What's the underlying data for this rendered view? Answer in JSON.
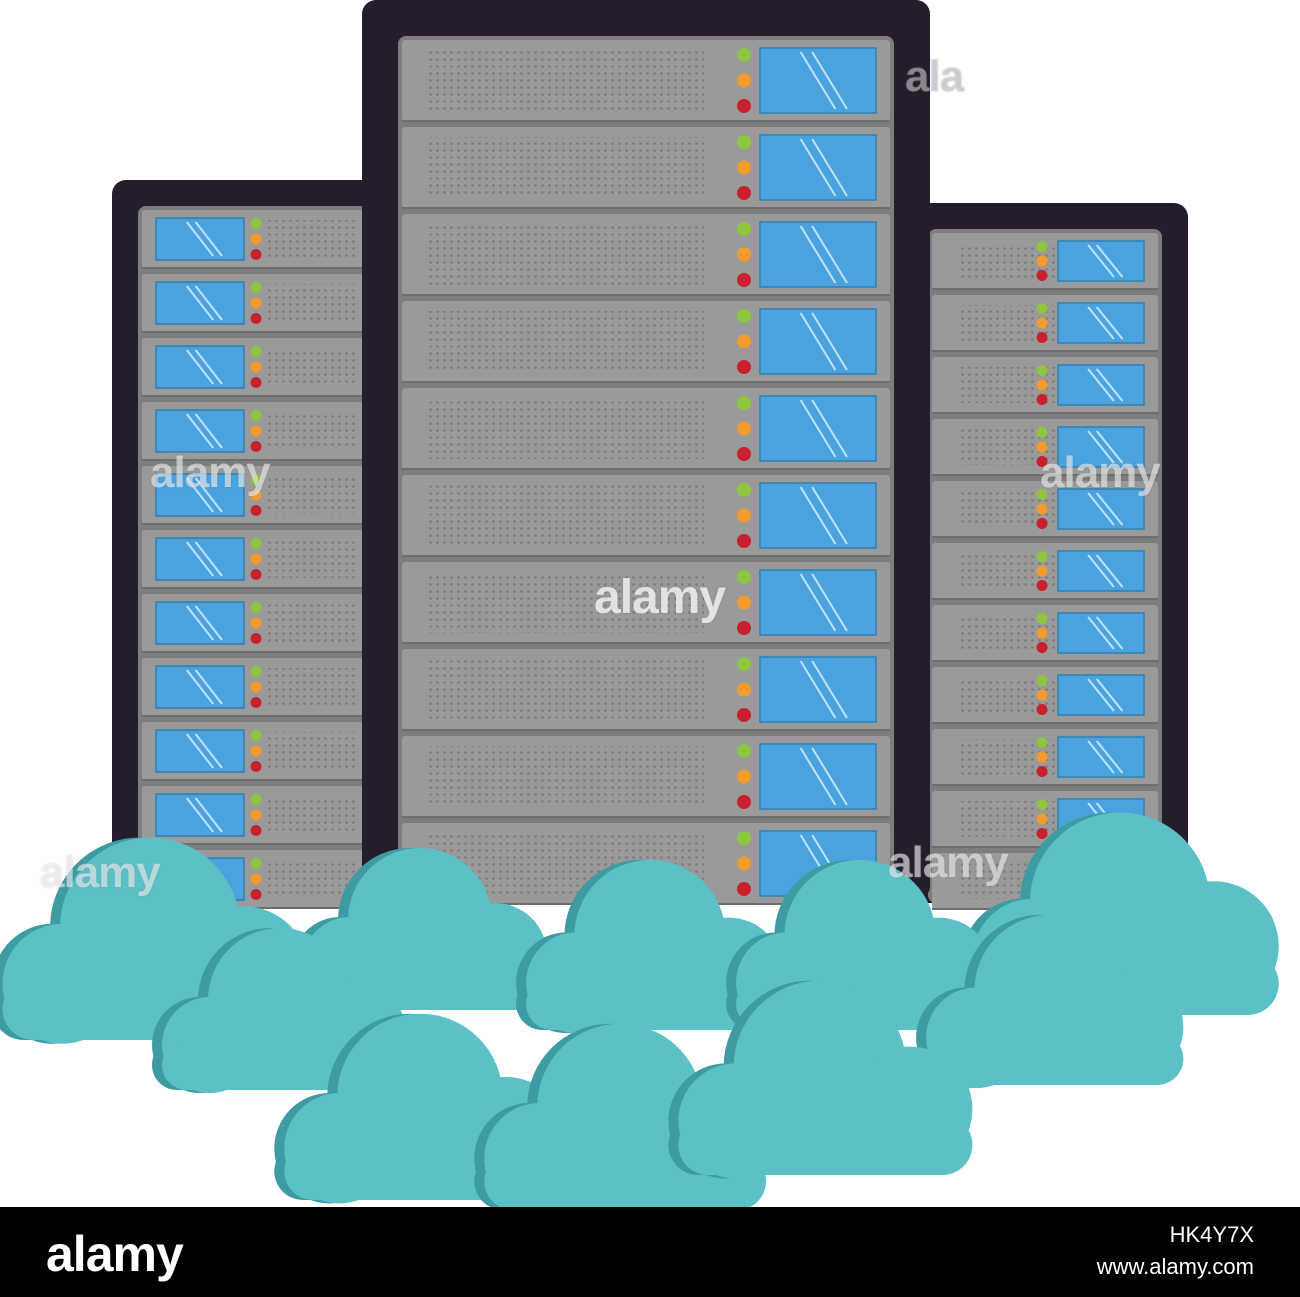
{
  "watermark": {
    "text": "alamy",
    "partial_text": "ala"
  },
  "footer": {
    "logo": "alamy",
    "image_id": "HK4Y7X",
    "site": "www.alamy.com"
  },
  "colors": {
    "cabinet": "#251d2c",
    "panel": "#9a9a9a",
    "panel_edge": "#7d7d7d",
    "screen": "#4aa3df",
    "led_green": "#8dc63f",
    "led_orange": "#f39b2c",
    "led_red": "#c8202f",
    "cloud": "#5cc1c7",
    "cloud_shadow": "#3f9ba3"
  },
  "icons": [
    "server-rack-icon",
    "cloud-icon"
  ]
}
